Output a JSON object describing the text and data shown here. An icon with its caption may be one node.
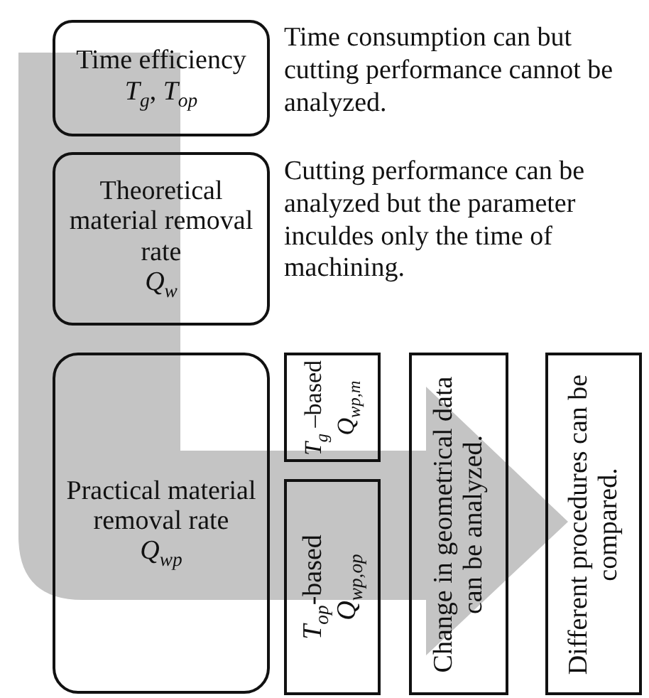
{
  "diagram": {
    "nodes": [
      {
        "text": [
          "Time efficiency",
          "*T*$_{g}$, *T*$_{op}$"
        ],
        "beside": [
          "Time consumption can but cutting performance cannot be analyzed."
        ]
      },
      {
        "text": [
          "Theoretical material removal rate",
          "*Q*$_{w}$"
        ],
        "beside": [
          "Cutting performance can be analyzed but the parameter inculdes only the time of machining."
        ]
      },
      {
        "text": [
          "Practical material removal rate",
          "*Q*$_{wp}$"
        ]
      },
      {
        "text": [
          "*T*$_{g}$ –based",
          "*Q*$_{wp,m}$"
        ]
      },
      {
        "text": [
          "*T*$_{op}$-based",
          "*Q*$_{wp,op}$"
        ]
      },
      {
        "text": [
          "Change in geometrical data can be analyzed."
        ]
      },
      {
        "text": [
          "Different procedures can be compared."
        ]
      }
    ]
  }
}
